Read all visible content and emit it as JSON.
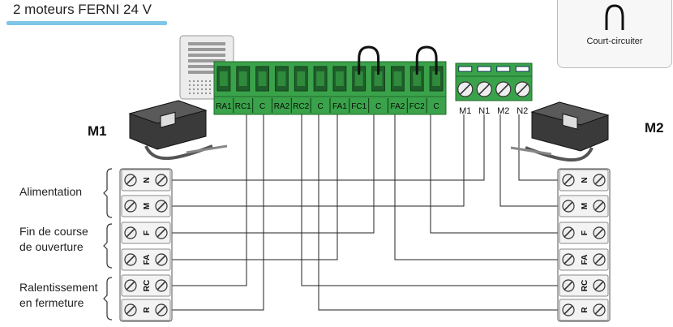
{
  "title": "2 moteurs FERNI 24 V",
  "legend": {
    "label": "Court-circuiter"
  },
  "motors": {
    "left": "M1",
    "right": "M2"
  },
  "groups": [
    {
      "id": "alim",
      "lines": [
        "Alimentation"
      ]
    },
    {
      "id": "fin",
      "lines": [
        "Fin de course",
        "de ouverture"
      ]
    },
    {
      "id": "ralent",
      "lines": [
        "Ralentissement",
        "en fermeture"
      ]
    }
  ],
  "board_terminals": [
    "RA1",
    "RC1",
    "C",
    "RA2",
    "RC2",
    "C",
    "FA1",
    "FC1",
    "C",
    "FA2",
    "FC2",
    "C"
  ],
  "motor_terminals": [
    "M1",
    "N1",
    "M2",
    "N2"
  ],
  "connector_labels": [
    "N",
    "M",
    "F",
    "FA",
    "RC",
    "R"
  ],
  "colors": {
    "board_green": "#3aa24a",
    "title_underline": "#7ec6e6"
  }
}
